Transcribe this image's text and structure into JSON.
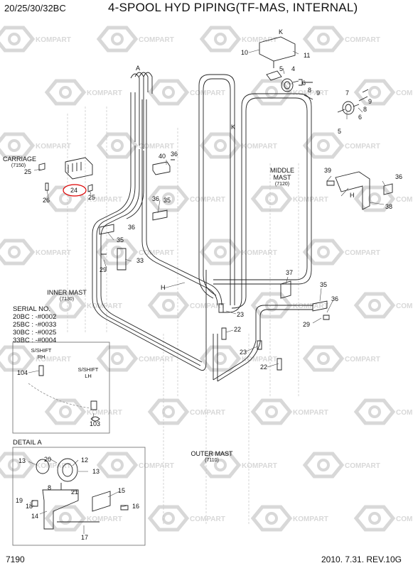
{
  "header": {
    "model": "20/25/30/32BC",
    "title": "4-SPOOL HYD PIPING(TF-MAS, INTERNAL)"
  },
  "footer": {
    "page": "7190",
    "date_rev": "2010. 7.31.  REV.10G"
  },
  "watermark": {
    "text": "KOMPART",
    "text_alt": "COMPART"
  },
  "colors": {
    "highlight": "#dd0000",
    "line": "#222222",
    "watermark": "#d8d8d8"
  },
  "assemblies": {
    "carriage": {
      "name": "CARRIAGE",
      "code": "(7150)"
    },
    "inner_mast": {
      "name": "INNER MAST",
      "code": "(7130)"
    },
    "middle_mast": {
      "name": "MIDDLE MAST",
      "code": "(7120)"
    },
    "outer_mast": {
      "name": "OUTER MAST",
      "code": "(7110)"
    }
  },
  "serial": {
    "title": "SERIAL NO.",
    "rows": [
      "20BC : -#0002",
      "25BC : -#0033",
      "30BC : -#0025",
      "33BC : -#0004"
    ]
  },
  "sshift": {
    "rh": "S/SHIFT\nRH",
    "lh": "S/SHIFT\nLH"
  },
  "detail_title": "DETAIL A",
  "view_letters": {
    "a": "A",
    "k_top": "K",
    "k_mid": "K",
    "h_left": "H",
    "h_right": "H"
  },
  "highlighted_part": "24",
  "parts": {
    "p10": "10",
    "p11": "11",
    "p5a": "5",
    "p4a": "4",
    "p6a": "6",
    "p8a": "8",
    "p9a": "9",
    "p7": "7",
    "p5b": "5",
    "p6b": "6",
    "p8b": "8",
    "p9b": "9",
    "p40": "40",
    "p36a": "36",
    "p25a": "25",
    "p26": "26",
    "p25b": "25",
    "p36b": "36",
    "p35a": "35",
    "p36c": "36",
    "p35b": "35",
    "p29a": "29",
    "p33": "33",
    "p39": "39",
    "p36d": "36",
    "p38": "38",
    "p37": "37",
    "p35c": "35",
    "p36e": "36",
    "p29b": "29",
    "p23a": "23",
    "p22a": "22",
    "p23b": "23",
    "p22b": "22",
    "p104": "104",
    "p103": "103",
    "p13a": "13",
    "p12": "12",
    "p20": "20",
    "p8c": "8",
    "p13b": "13",
    "p21": "21",
    "p19": "19",
    "p18": "18",
    "p14": "14",
    "p15": "15",
    "p16": "16",
    "p17": "17"
  }
}
